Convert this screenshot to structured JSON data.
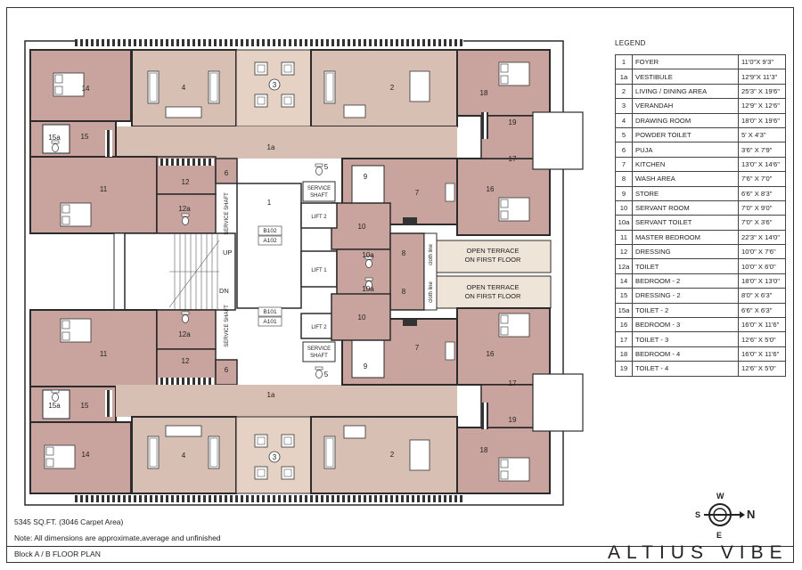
{
  "legend": {
    "title": "LEGEND",
    "rows": [
      {
        "no": "1",
        "name": "FOYER",
        "dim": "11'0\"X 9'3\""
      },
      {
        "no": "1a",
        "name": "VESTIBULE",
        "dim": "12'9\"X 11'3\""
      },
      {
        "no": "2",
        "name": "LIVING / DINING AREA",
        "dim": "25'3\" X 19'6\""
      },
      {
        "no": "3",
        "name": "VERANDAH",
        "dim": "12'9\" X 12'6\""
      },
      {
        "no": "4",
        "name": "DRAWING ROOM",
        "dim": "18'0\" X 19'6\""
      },
      {
        "no": "5",
        "name": "POWDER TOILET",
        "dim": "5' X 4'3\""
      },
      {
        "no": "6",
        "name": "PUJA",
        "dim": "3'6\" X 7'9\""
      },
      {
        "no": "7",
        "name": "KITCHEN",
        "dim": "13'0\" X 14'6\""
      },
      {
        "no": "8",
        "name": "WASH AREA",
        "dim": "7'6\" X 7'0\""
      },
      {
        "no": "9",
        "name": "STORE",
        "dim": "6'6\" X 8'3\""
      },
      {
        "no": "10",
        "name": "SERVANT ROOM",
        "dim": "7'0\" X 9'0\""
      },
      {
        "no": "10a",
        "name": "SERVANT TOILET",
        "dim": "7'0\" X 3'6\""
      },
      {
        "no": "11",
        "name": "MASTER BEDROOM",
        "dim": "22'3\" X 14'0\""
      },
      {
        "no": "12",
        "name": "DRESSING",
        "dim": "10'0\" X 7'6\""
      },
      {
        "no": "12a",
        "name": "TOILET",
        "dim": "10'0\" X 6'0\""
      },
      {
        "no": "14",
        "name": "BEDROOM - 2",
        "dim": "18'0\" X 13'0\""
      },
      {
        "no": "15",
        "name": "DRESSING - 2",
        "dim": "8'0\" X 6'3\""
      },
      {
        "no": "15a",
        "name": "TOILET - 2",
        "dim": "6'6\" X 6'3\""
      },
      {
        "no": "16",
        "name": "BEDROOM - 3",
        "dim": "16'0\" X 11'6\""
      },
      {
        "no": "17",
        "name": "TOILET - 3",
        "dim": "12'6\" X 5'0\""
      },
      {
        "no": "18",
        "name": "BEDROOM - 4",
        "dim": "16'0\" X 11'6\""
      },
      {
        "no": "19",
        "name": "TOILET - 4",
        "dim": "12'6\" X 5'0\""
      }
    ]
  },
  "plan": {
    "labels": {
      "n1": "1",
      "n1a": "1a",
      "n2": "2",
      "n3": "3",
      "n4": "4",
      "n5": "5",
      "n6": "6",
      "n7": "7",
      "n8": "8",
      "n9": "9",
      "n10": "10",
      "n10a": "10a",
      "n11": "11",
      "n12": "12",
      "n12a": "12a",
      "n14": "14",
      "n15": "15",
      "n15a": "15a",
      "n16": "16",
      "n17": "17",
      "n18": "18",
      "n19": "19"
    },
    "lift1": "LIFT 1",
    "lift2": "LIFT 2",
    "service_shaft_1": "SERVICE",
    "service_shaft_2": "SHAFT",
    "service_shaft_v": "SERVICE SHAFT",
    "unit_b102": "B102",
    "unit_a102": "A102",
    "unit_b101": "B101",
    "unit_a101": "A101",
    "stair_up": "UP",
    "stair_dn": "DN",
    "cloth_line": "cloth line",
    "terrace_line1": "OPEN TERRACE",
    "terrace_line2": "ON FIRST FLOOR"
  },
  "notes": {
    "area": "5345 SQ.FT. (3046 Carpet Area)",
    "dimensions": "Note: All dimensions are approximate,average and unfinished",
    "plan_title": "Block A / B FLOOR PLAN"
  },
  "brand": "ALTIUS VIBE",
  "compass": {
    "n": "N",
    "s": "S",
    "w": "W",
    "e": "E"
  },
  "colors": {
    "room": "#c9a49f",
    "living": "#d7bfb3",
    "veranda": "#e6d2c4",
    "wall": "#2b2b2b",
    "terrace": "#efe4d8"
  }
}
